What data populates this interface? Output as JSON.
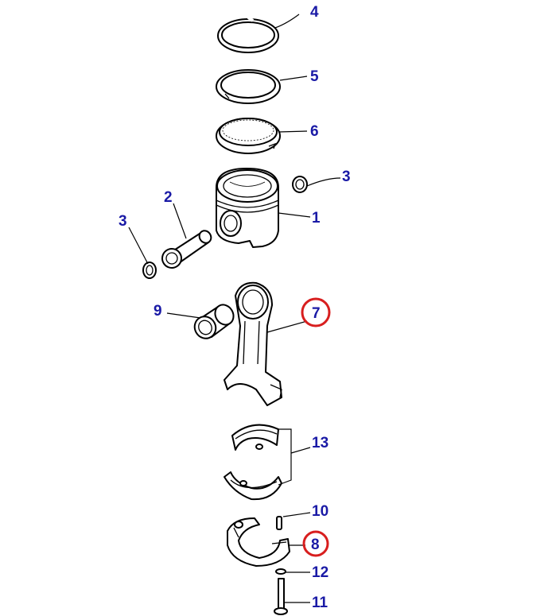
{
  "diagram": {
    "callouts": [
      {
        "id": "c4",
        "label": "4"
      },
      {
        "id": "c5",
        "label": "5"
      },
      {
        "id": "c6",
        "label": "6"
      },
      {
        "id": "c3a",
        "label": "3"
      },
      {
        "id": "c2",
        "label": "2"
      },
      {
        "id": "c3b",
        "label": "3"
      },
      {
        "id": "c1",
        "label": "1"
      },
      {
        "id": "c9",
        "label": "9"
      },
      {
        "id": "c7",
        "label": "7",
        "highlighted": true
      },
      {
        "id": "c13",
        "label": "13"
      },
      {
        "id": "c10",
        "label": "10"
      },
      {
        "id": "c8",
        "label": "8",
        "highlighted": true
      },
      {
        "id": "c12",
        "label": "12"
      },
      {
        "id": "c11",
        "label": "11"
      }
    ],
    "colors": {
      "callout_text": "#1a1aa6",
      "highlight_ring": "#d81e1e",
      "line_art": "#000000",
      "background": "#ffffff"
    }
  }
}
